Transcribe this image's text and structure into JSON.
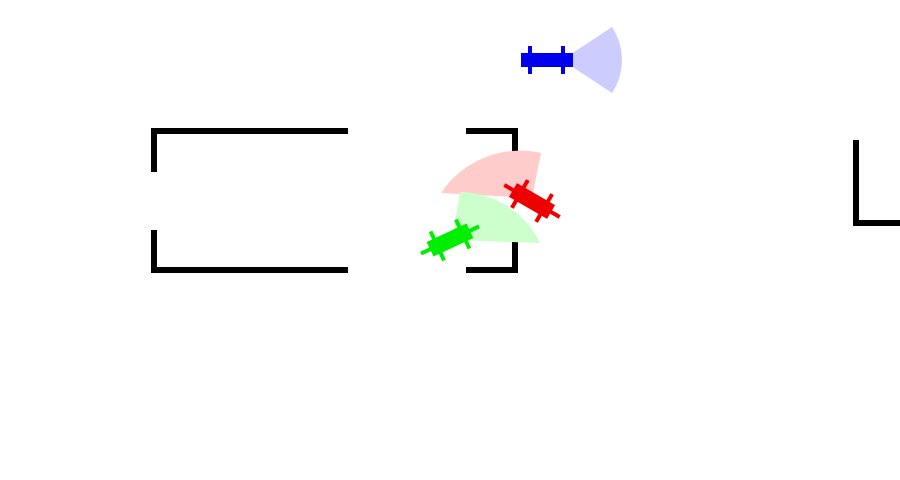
{
  "scene": {
    "background": "#ffffff",
    "wall_color": "#000000"
  },
  "robots": [
    {
      "id": "blue",
      "color": "#0000ee",
      "cone_color": "#ccccff",
      "heading_deg": 0
    },
    {
      "id": "red",
      "color": "#ee0000",
      "cone_color": "#ffcccc",
      "heading_deg": 210
    },
    {
      "id": "green",
      "color": "#00ee00",
      "cone_color": "#ccffcc",
      "heading_deg": -25
    }
  ]
}
